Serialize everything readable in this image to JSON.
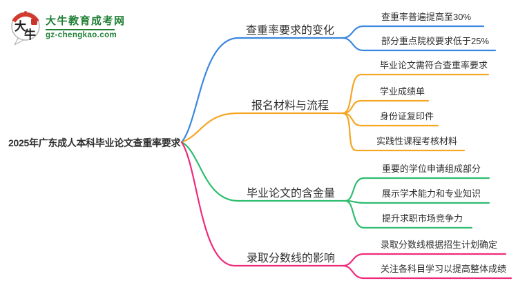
{
  "logo": {
    "icon_chars_top": "大",
    "icon_chars_bottom": "牛",
    "site_name": "大牛教育成考网",
    "site_url": "gz-chengkao.com",
    "green": "#1e7e34",
    "red": "#d23b2e"
  },
  "root": {
    "label": "2025年广东成人本科毕业论文查重率要求"
  },
  "branches": [
    {
      "label": "查重率要求的变化",
      "color": "#3a87e0",
      "children": [
        "查重率普遍提高至30%",
        "部分重点院校要求低于25%"
      ]
    },
    {
      "label": "报名材料与流程",
      "color": "#f5a623",
      "children": [
        "毕业论文需符合查重率要求",
        "学业成绩单",
        "身份证复印件",
        "实践性课程考核材料"
      ]
    },
    {
      "label": "毕业论文的含金量",
      "color": "#2ebd6f",
      "children": [
        "重要的学位申请组成部分",
        "展示学术能力和专业知识",
        "提升求职市场竞争力"
      ]
    },
    {
      "label": "录取分数线的影响",
      "color": "#ee2b7b",
      "children": [
        "录取分数线根据招生计划确定",
        "关注各科目学习以提高整体成绩"
      ]
    }
  ]
}
